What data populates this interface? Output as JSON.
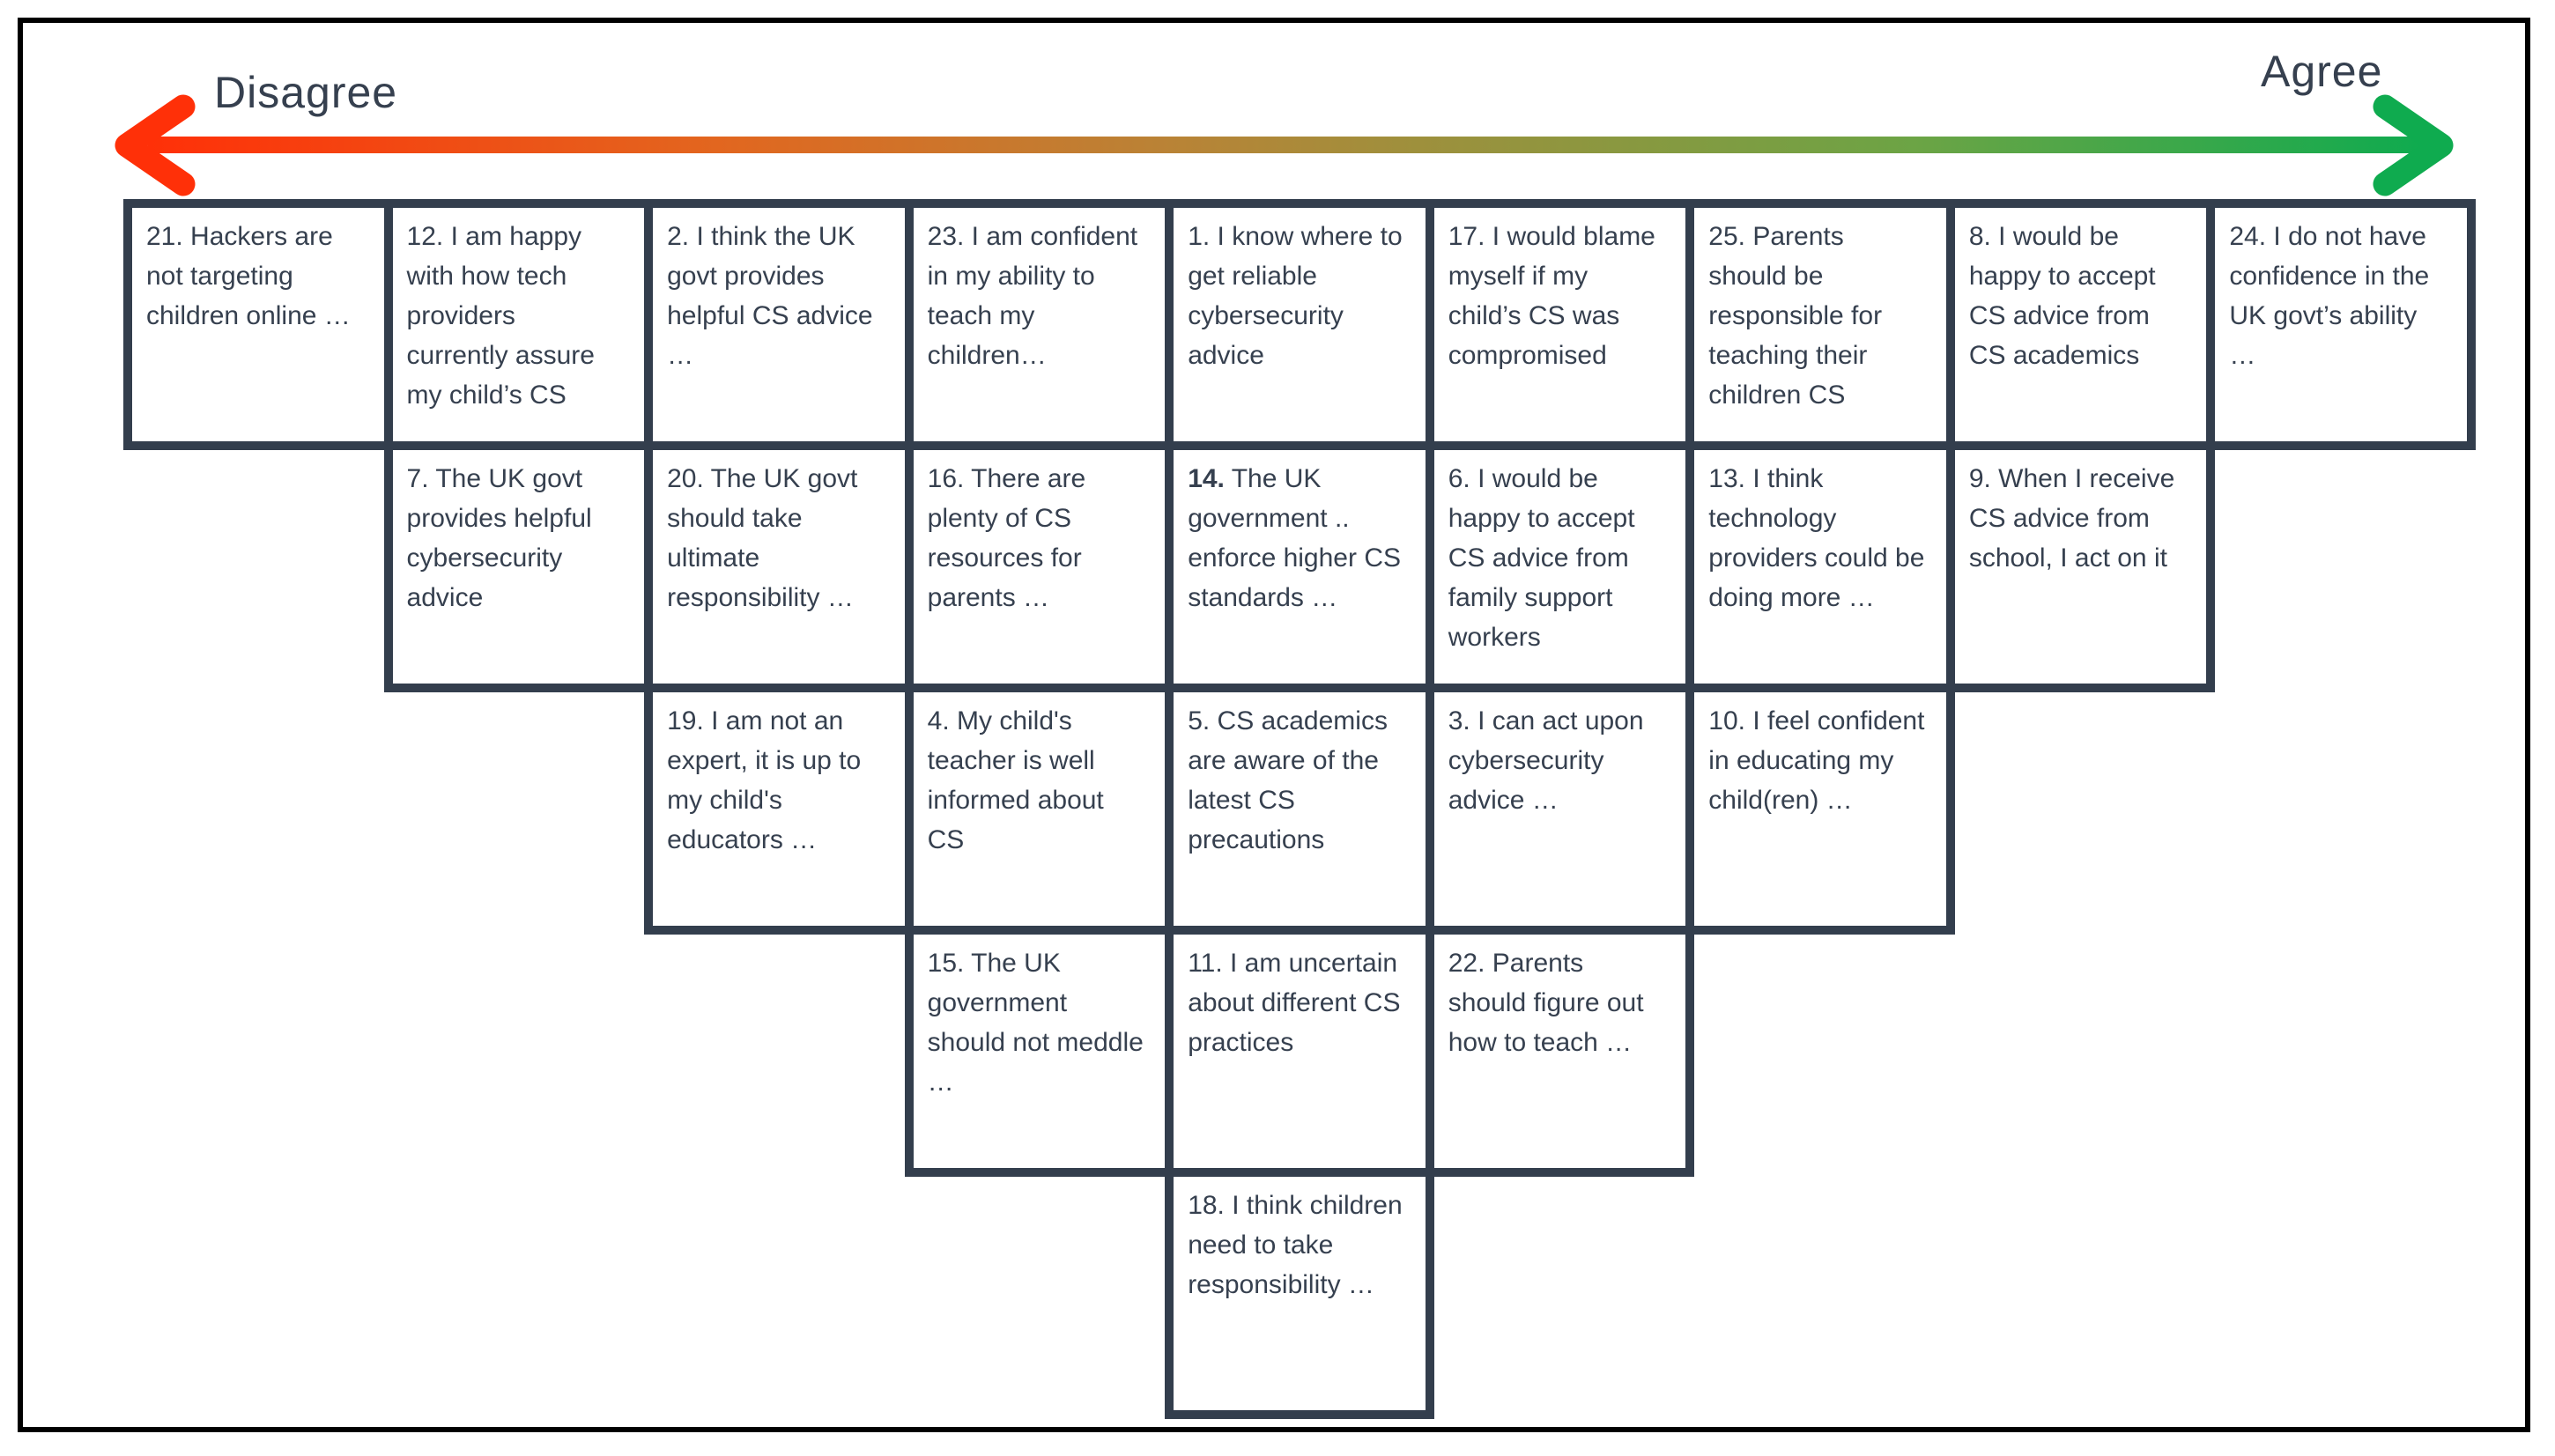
{
  "axis": {
    "left_label": "Disagree",
    "right_label": "Agree",
    "left_head_color": "#FF3008",
    "right_head_color": "#0FAB4F",
    "gradient": [
      "#FF3008",
      "#E2661F",
      "#B98336",
      "#A08F3C",
      "#6BA445",
      "#0FAB4F"
    ]
  },
  "colors": {
    "text": "#36404F",
    "card_border": "#333E4D",
    "frame": "#000000",
    "background": "#FFFFFF"
  },
  "grid": {
    "columns": 9,
    "rows": [
      {
        "cells": [
          {
            "id": 21,
            "col": 1,
            "text": "21. Hackers are not targeting children online …"
          },
          {
            "id": 12,
            "col": 2,
            "text": "12. I am happy with how tech providers currently assure my child’s CS"
          },
          {
            "id": 2,
            "col": 3,
            "text": "2. I think the UK govt provides helpful CS advice …"
          },
          {
            "id": 23,
            "col": 4,
            "text": "23. I am confident in my ability to teach my children…"
          },
          {
            "id": 1,
            "col": 5,
            "text": "1. I know where to get reliable cybersecurity advice"
          },
          {
            "id": 17,
            "col": 6,
            "text": "17. I would blame myself if my child’s CS was compromised"
          },
          {
            "id": 25,
            "col": 7,
            "text": "25. Parents should be responsible for teaching their children CS"
          },
          {
            "id": 8,
            "col": 8,
            "text": "8. I would be happy to accept CS advice from CS academics"
          },
          {
            "id": 24,
            "col": 9,
            "text": "24. I do not have confidence in the UK govt’s ability …"
          }
        ]
      },
      {
        "cells": [
          {
            "id": 7,
            "col": 2,
            "text": "7. The UK govt provides helpful cybersecurity advice"
          },
          {
            "id": 20,
            "col": 3,
            "text": "20. The UK govt should take ultimate responsibility …"
          },
          {
            "id": 16,
            "col": 4,
            "text": "16. There are plenty of CS resources for parents …"
          },
          {
            "id": 14,
            "col": 5,
            "num": "14.",
            "rest": " The UK government .. enforce higher CS standards …"
          },
          {
            "id": 6,
            "col": 6,
            "text": "6. I would be happy to accept CS advice from family support workers"
          },
          {
            "id": 13,
            "col": 7,
            "text": "13. I think technology providers could be doing more …"
          },
          {
            "id": 9,
            "col": 8,
            "text": "9. When I receive CS advice from school, I act on it"
          }
        ]
      },
      {
        "cells": [
          {
            "id": 19,
            "col": 3,
            "text": "19. I am not an expert, it is up to my child's educators …"
          },
          {
            "id": 4,
            "col": 4,
            "text": "4. My child's teacher is well informed about CS"
          },
          {
            "id": 5,
            "col": 5,
            "text": "5. CS academics are aware of the latest CS precautions"
          },
          {
            "id": 3,
            "col": 6,
            "text": "3. I can act upon cybersecurity advice …"
          },
          {
            "id": 10,
            "col": 7,
            "text": "10. I feel confident in educating my child(ren) …"
          }
        ]
      },
      {
        "cells": [
          {
            "id": 15,
            "col": 4,
            "text": "15. The UK government should not meddle …"
          },
          {
            "id": 11,
            "col": 5,
            "text": "11.  I am uncertain about different CS practices"
          },
          {
            "id": 22,
            "col": 6,
            "text": "22. Parents should figure out how to teach …"
          }
        ]
      },
      {
        "cells": [
          {
            "id": 18,
            "col": 5,
            "text": "18. I think children need to take responsibility …"
          }
        ]
      }
    ]
  }
}
